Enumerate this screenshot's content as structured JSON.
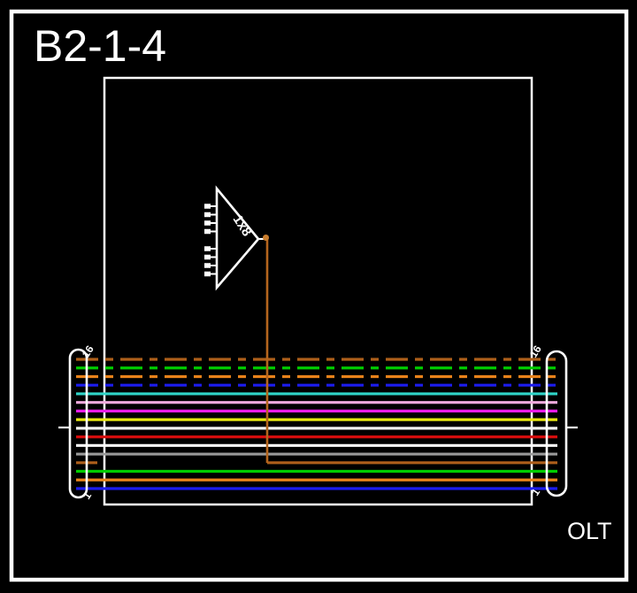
{
  "title": "B2-1-4",
  "labels": {
    "olt": "OLT",
    "splitter": "1x8",
    "left_cable_top": "16",
    "left_cable_bottom": "1",
    "right_cable_top": "16",
    "right_cable_bottom": "1"
  },
  "colors": {
    "background": "#000000",
    "border": "#ffffff",
    "box": "#ffffff",
    "trunk": "#b5651d",
    "splitter_node": "#c87d2e"
  },
  "splitter": {
    "label": "1x8",
    "ports": 8,
    "feeds_fiber": 4
  },
  "fibers": [
    {
      "n": 16,
      "color": "brown",
      "hex": "#ad5f1b",
      "dashed": true
    },
    {
      "n": 15,
      "color": "green",
      "hex": "#00cc00",
      "dashed": true
    },
    {
      "n": 14,
      "color": "orange",
      "hex": "#e8821a",
      "dashed": true
    },
    {
      "n": 13,
      "color": "blue",
      "hex": "#1c1cee",
      "dashed": true
    },
    {
      "n": 12,
      "color": "aqua",
      "hex": "#2fd5c8",
      "dashed": false
    },
    {
      "n": 11,
      "color": "rose",
      "hex": "#eeaadd",
      "dashed": false
    },
    {
      "n": 10,
      "color": "violet",
      "hex": "#e81ce8",
      "dashed": false
    },
    {
      "n": 9,
      "color": "yellow",
      "hex": "#e8e811",
      "dashed": false
    },
    {
      "n": 8,
      "color": "black (drawn white)",
      "hex": "#f2f2f2",
      "dashed": false
    },
    {
      "n": 7,
      "color": "red",
      "hex": "#d40d0d",
      "dashed": false
    },
    {
      "n": 6,
      "color": "white",
      "hex": "#ffffff",
      "dashed": false
    },
    {
      "n": 5,
      "color": "slate",
      "hex": "#999999",
      "dashed": false
    },
    {
      "n": 4,
      "color": "brown",
      "hex": "#ad5f1b",
      "dashed": false
    },
    {
      "n": 3,
      "color": "green",
      "hex": "#00cc00",
      "dashed": false
    },
    {
      "n": 2,
      "color": "orange",
      "hex": "#e8821a",
      "dashed": false
    },
    {
      "n": 1,
      "color": "blue",
      "hex": "#1c1cee",
      "dashed": false
    }
  ]
}
